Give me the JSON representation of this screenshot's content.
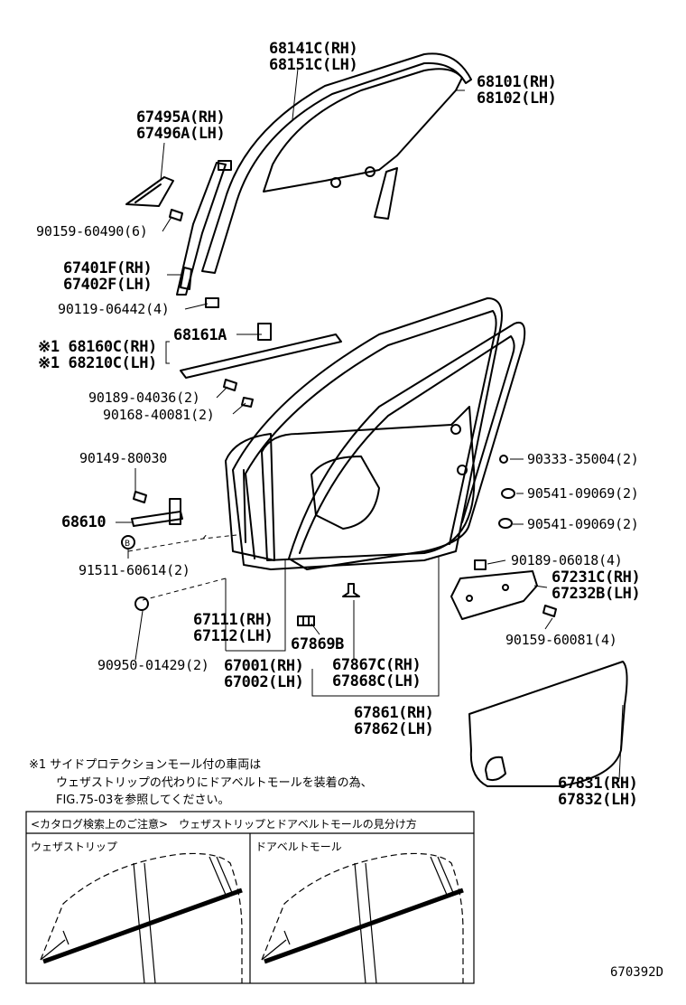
{
  "diagram_code": "670392D",
  "parts": {
    "p68141": [
      "68141C(RH)",
      "68151C(LH)"
    ],
    "p68101": [
      "68101(RH)",
      "68102(LH)"
    ],
    "p67495": [
      "67495A(RH)",
      "67496A(LH)"
    ],
    "p90159a": "90159-60490(6)",
    "p67401": [
      "67401F(RH)",
      "67402F(LH)"
    ],
    "p90119": "90119-06442(4)",
    "p68161": "68161A",
    "p68160": [
      "※1 68160C(RH)",
      "※1 68210C(LH)"
    ],
    "p90189a": "90189-04036(2)",
    "p90168": "90168-40081(2)",
    "p90149": "90149-80030",
    "p68610": "68610",
    "p91511": "91511-60614(2)",
    "p67111": [
      "67111(RH)",
      "67112(LH)"
    ],
    "p90950": "90950-01429(2)",
    "p67001": [
      "67001(RH)",
      "67002(LH)"
    ],
    "p67869": "67869B",
    "p67867": [
      "67867C(RH)",
      "67868C(LH)"
    ],
    "p67861": [
      "67861(RH)",
      "67862(LH)"
    ],
    "p90333": "90333-35004(2)",
    "p90541a": "90541-09069(2)",
    "p90541b": "90541-09069(2)",
    "p90189b": "90189-06018(4)",
    "p67231": [
      "67231C(RH)",
      "67232B(LH)"
    ],
    "p90159b": "90159-60081(4)",
    "p67831": [
      "67831(RH)",
      "67832(LH)"
    ]
  },
  "note": {
    "line1": "※1 サイドプロテクションモール付の車両は",
    "line2": "ウェザストリップの代わりにドアベルトモールを装着の為、",
    "line3": "FIG.75-03を参照してください。"
  },
  "legend": {
    "title": "<カタログ検索上のご注意>　ウェザストリップとドアベルトモールの見分け方",
    "left_caption": "ウェザストリップ",
    "right_caption": "ドアベルトモール"
  },
  "callout_b": "B"
}
